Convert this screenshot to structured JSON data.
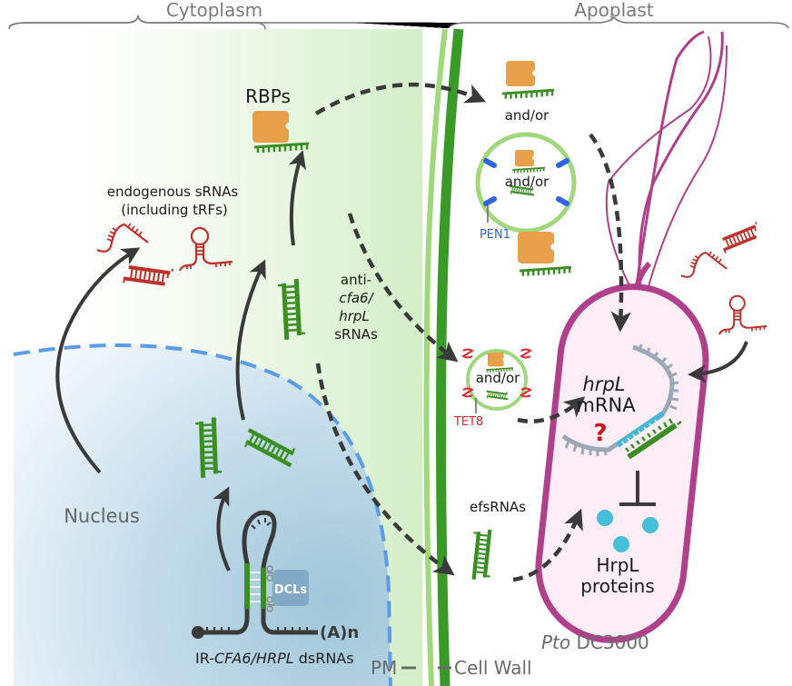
{
  "regions": {
    "cytoplasm": "Cytoplasm",
    "apoplast": "Apoplast"
  },
  "labels": {
    "rbps": "RBPs",
    "endogenous_line1": "endogenous sRNAs",
    "endogenous_line2": "(including tRFs)",
    "anti_line1": "anti-",
    "anti_line2": "cfa6/",
    "anti_line3": "hrpL",
    "anti_line4": "sRNAs",
    "and_or_top": "and/or",
    "and_or_pen1": "and/or",
    "and_or_tet8": "and/or",
    "pen1": "PEN1",
    "tet8": "TET8",
    "efsrnas": "efsRNAs",
    "nucleus": "Nucleus",
    "dcls": "DCLs",
    "poly_a": "(A)n",
    "dsrna_prefix": "IR-",
    "dsrna_gene": "CFA6/HRPL",
    "dsrna_suffix": " dsRNAs",
    "mrna_gene": "hrpL",
    "mrna_word": "mRNA",
    "question": "?",
    "hrpl_proteins_line1": "HrpL",
    "hrpl_proteins_line2": "proteins",
    "pto_italic": "Pto",
    "pto_strain": " DC3000",
    "pm": "PM",
    "cell_wall": "Cell Wall"
  },
  "colors": {
    "cytoplasm_green": "#d4efc8",
    "nucleus_blue": "#aacde0",
    "nuclear_envelope": "#5b9be8",
    "cell_wall": "#3a9a28",
    "plasma_membrane": "#9fd97c",
    "rbp_orange": "#e9a04b",
    "srna_green": "#3a8e22",
    "endogenous_red": "#c0302a",
    "pen1_blue": "#2d64e8",
    "tet8_red": "#e0262a",
    "bacterium_magenta": "#b0408c",
    "bacterium_fill": "#fcedf6",
    "mrna_gray": "#9aa8b8",
    "mrna_cyan": "#44b8d6",
    "protein_cyan": "#45bfda",
    "arrow_dark": "#3a3a3a",
    "question_red": "#d0141a"
  }
}
